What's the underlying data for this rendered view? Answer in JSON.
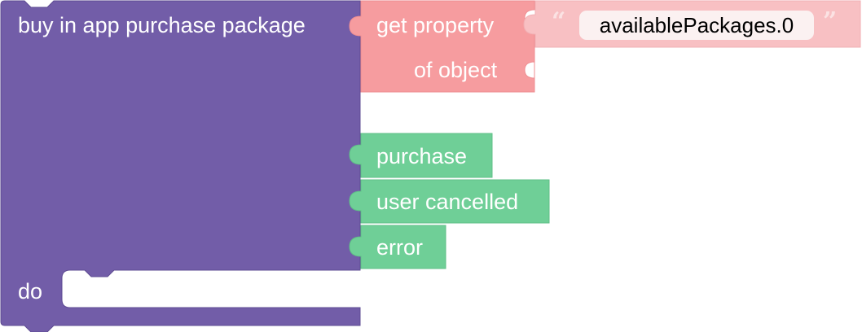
{
  "blocks": {
    "buy_package": {
      "label": "buy in app purchase package",
      "do_label": "do",
      "color": "#725da8"
    },
    "get_property": {
      "label": "get property",
      "of_object_label": "of object",
      "color": "#f69c9f"
    },
    "text_literal": {
      "open_quote": "“",
      "close_quote": "”",
      "value": "availablePackages.0",
      "color": "#f8c0c3"
    },
    "events": {
      "color": "#6fcf97",
      "items": [
        {
          "label": "purchase"
        },
        {
          "label": "user cancelled"
        },
        {
          "label": "error"
        }
      ]
    }
  }
}
